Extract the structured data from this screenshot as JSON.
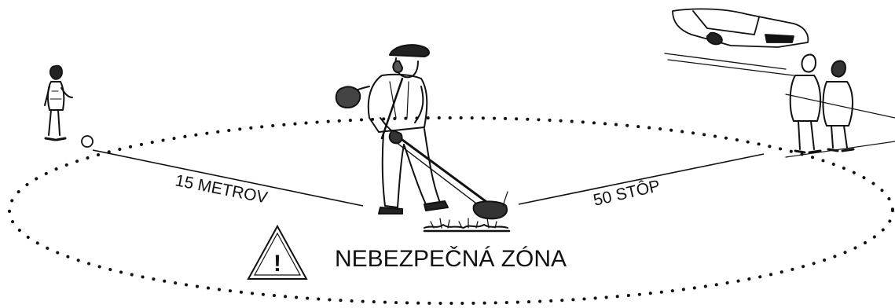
{
  "diagram": {
    "distance_left_label": "15 METROV",
    "distance_right_label": "50 STÔP",
    "zone_label": "NEBEZPEČNÁ ZÓNA",
    "warning_symbol": "!"
  },
  "icons": {
    "warning": "warning-triangle-icon"
  },
  "colors": {
    "ink": "#111111",
    "background": "#ffffff"
  }
}
